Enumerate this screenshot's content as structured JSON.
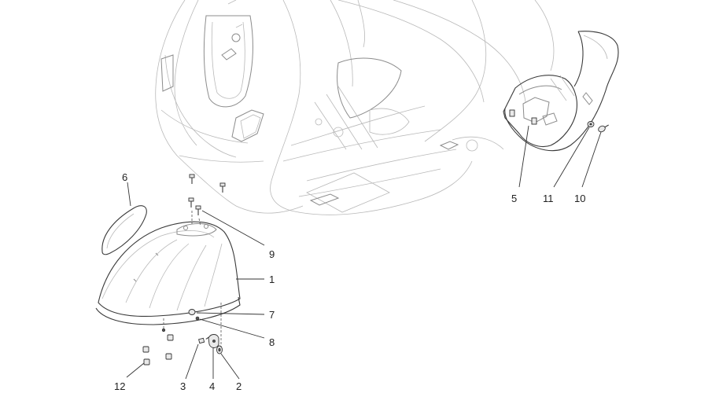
{
  "diagram": {
    "background": "#ffffff",
    "line_color": "#3a3a3a",
    "light_line_color": "#b9b9b9",
    "callouts": [
      {
        "id": "c1",
        "label": "1"
      },
      {
        "id": "c2",
        "label": "2"
      },
      {
        "id": "c3",
        "label": "3"
      },
      {
        "id": "c4",
        "label": "4"
      },
      {
        "id": "c5",
        "label": "5"
      },
      {
        "id": "c6",
        "label": "6"
      },
      {
        "id": "c7",
        "label": "7"
      },
      {
        "id": "c8",
        "label": "8"
      },
      {
        "id": "c9",
        "label": "9"
      },
      {
        "id": "c10",
        "label": "10"
      },
      {
        "id": "c11",
        "label": "11"
      },
      {
        "id": "c12",
        "label": "12"
      }
    ]
  }
}
